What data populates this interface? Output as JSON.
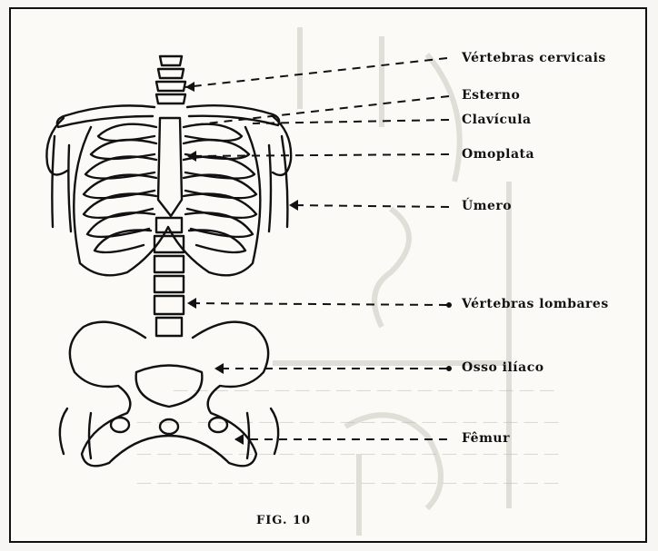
{
  "figure": {
    "caption": "FIG. 10",
    "labels": [
      {
        "id": "vertebras-cervicais",
        "text": "Vértebras cervicais"
      },
      {
        "id": "esterno",
        "text": "Esterno"
      },
      {
        "id": "clavicula",
        "text": "Clavícula"
      },
      {
        "id": "omoplata",
        "text": "Omoplata"
      },
      {
        "id": "umero",
        "text": "Úmero"
      },
      {
        "id": "vertebras-lombares",
        "text": "Vértebras lombares"
      },
      {
        "id": "osso-iliaco",
        "text": "Osso ilíaco"
      },
      {
        "id": "femur",
        "text": "Fêmur"
      }
    ]
  },
  "colors": {
    "ink": "#111111",
    "paper": "#fbfaf6",
    "bleed": "#c9c6bd"
  }
}
